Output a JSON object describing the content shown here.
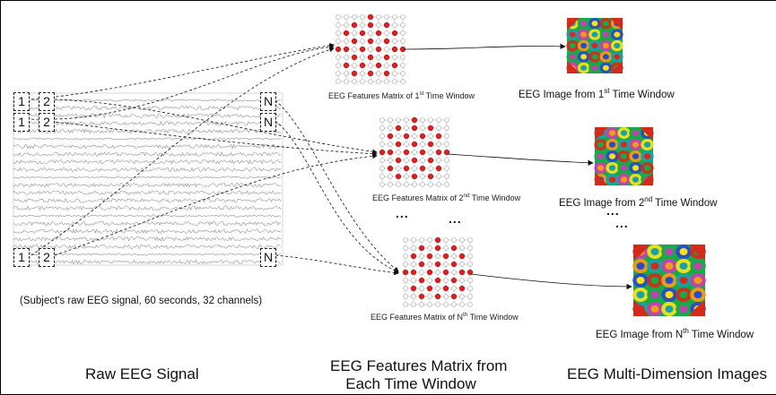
{
  "section_titles": {
    "raw": "Raw EEG Signal",
    "matrix_line1": "EEG Features Matrix from",
    "matrix_line2": "Each Time Window",
    "images": "EEG Multi-Dimension Images"
  },
  "signal_note": "(Subject's raw EEG signal, 60 seconds, 32 channels)",
  "window_labels": {
    "first": "1",
    "second": "2",
    "last": "N"
  },
  "matrix_captions": {
    "first": {
      "pre": "EEG Features Matrix of 1",
      "sup": "st",
      "post": " Time Window"
    },
    "second": {
      "pre": "EEG Features Matrix of 2",
      "sup": "nd",
      "post": " Time Window"
    },
    "nth": {
      "pre": "EEG Features Matrix of N",
      "sup": "th",
      "post": " Time Window"
    }
  },
  "image_captions": {
    "first": {
      "pre": "EEG Image from 1",
      "sup": "st",
      "post": " Time Window"
    },
    "second": {
      "pre": "EEG Image from 2",
      "sup": "nd",
      "post": " Time Window"
    },
    "nth": {
      "pre": "EEG Image from N",
      "sup": "th",
      "post": " Time Window"
    }
  },
  "ellipsis": "...",
  "colors": {
    "active_node": "#e02020",
    "inactive_node": "#d9d9d9",
    "heatmap": [
      "#d42a1c",
      "#f5e11b",
      "#f29b16",
      "#1aa84a",
      "#18a1a6",
      "#2a4bc6",
      "#c83fb2"
    ]
  },
  "grid_size": 9
}
